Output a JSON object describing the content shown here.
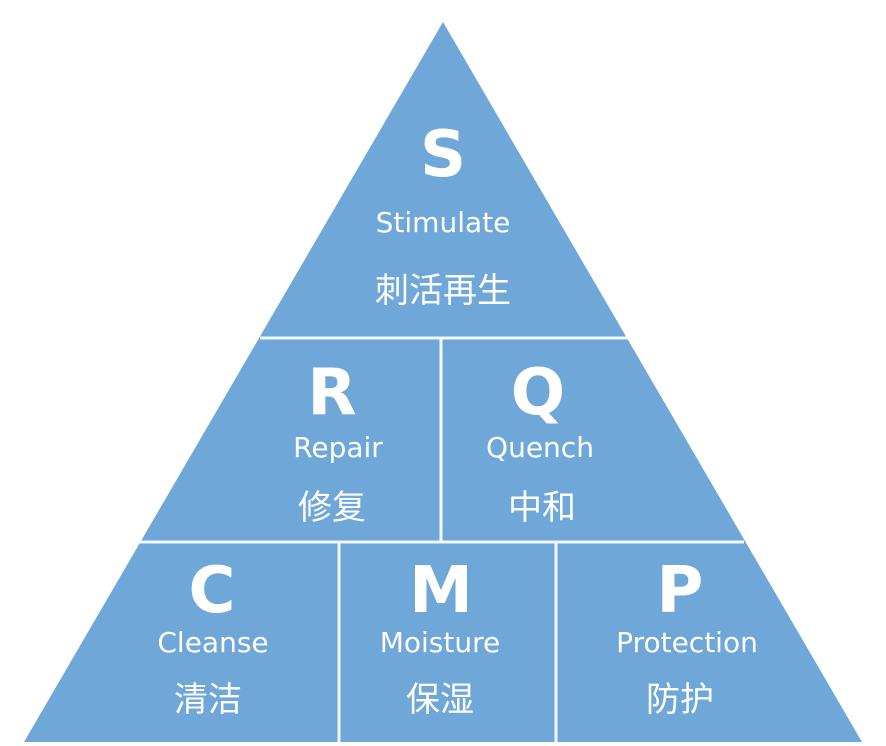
{
  "colors": {
    "fill": "#6fa7d8",
    "divider": "#f4f8fc",
    "text": "#ffffff"
  },
  "pyramid": {
    "top": {
      "letter": "S",
      "english": "Stimulate",
      "chinese": "刺活再生"
    },
    "middle": [
      {
        "letter": "R",
        "english": "Repair",
        "chinese": "修复"
      },
      {
        "letter": "Q",
        "english": "Quench",
        "chinese": "中和"
      }
    ],
    "bottom": [
      {
        "letter": "C",
        "english": "Cleanse",
        "chinese": "清洁"
      },
      {
        "letter": "M",
        "english": "Moisture",
        "chinese": "保湿"
      },
      {
        "letter": "P",
        "english": "Protection",
        "chinese": "防护"
      }
    ]
  }
}
